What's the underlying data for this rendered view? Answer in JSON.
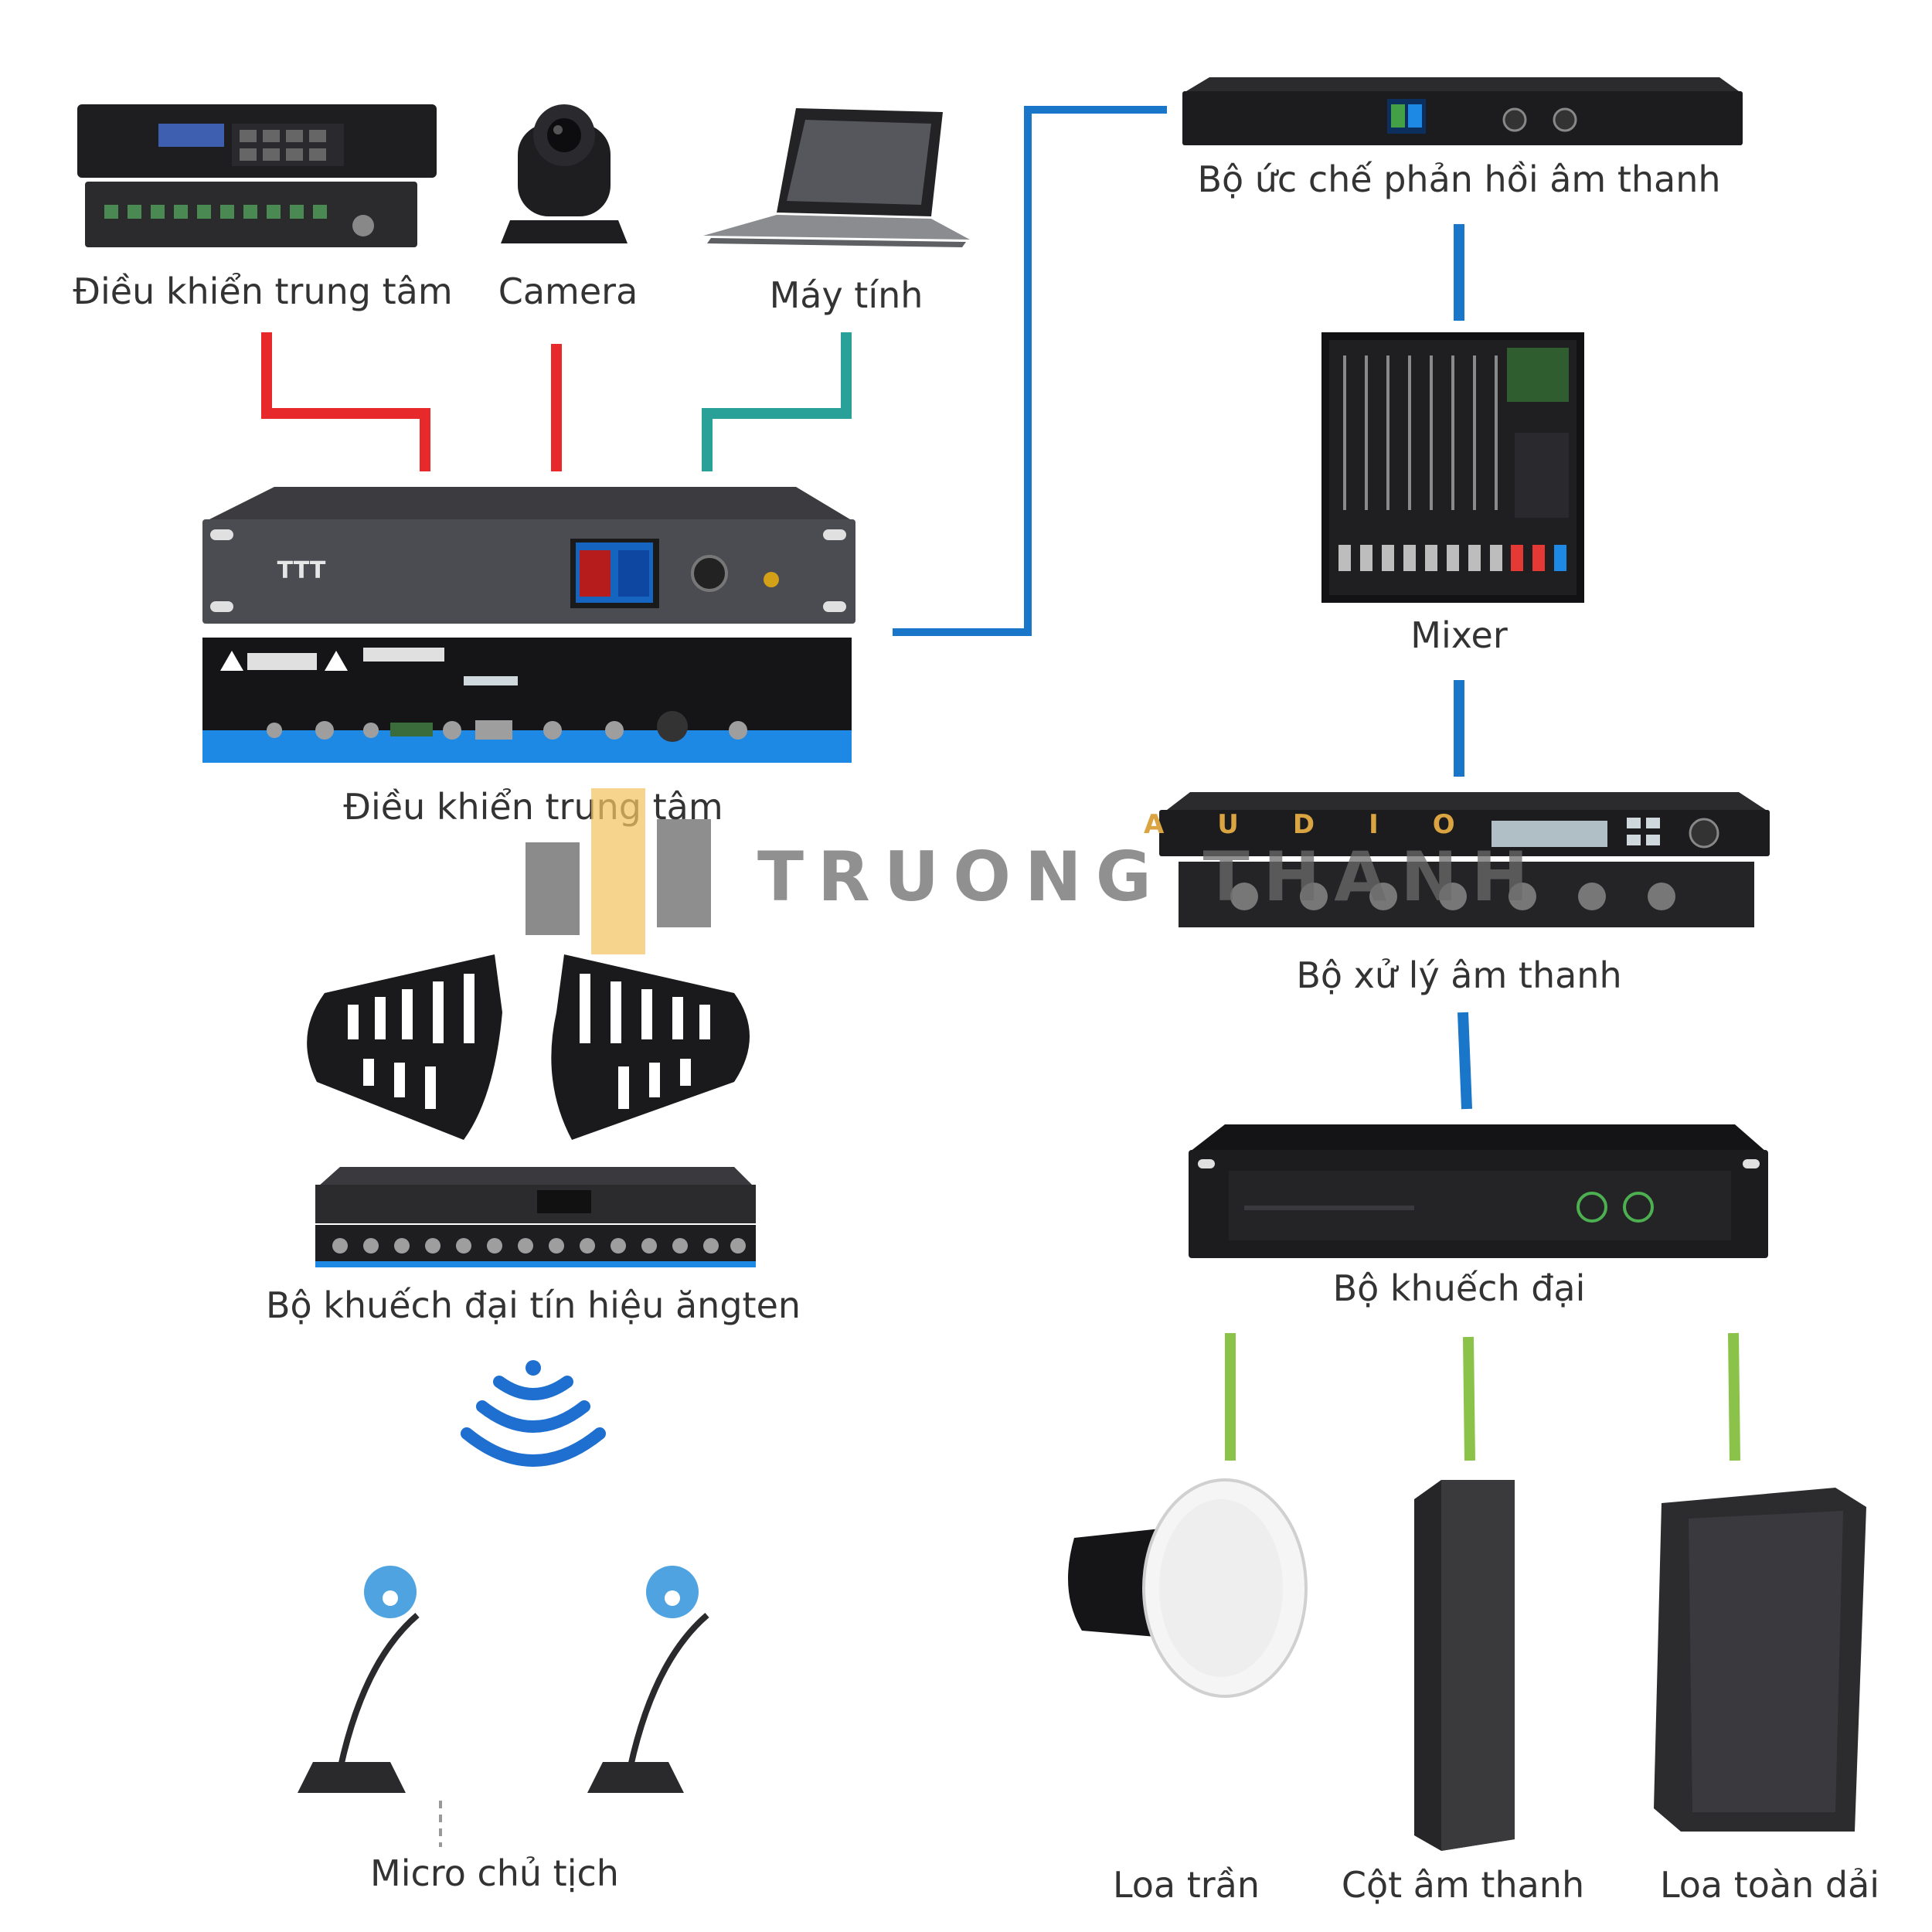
{
  "labels": {
    "central_control_top": "Điều khiển trung tâm",
    "camera": "Camera",
    "computer": "Máy tính",
    "central_control_main": "Điều khiển trung tâm",
    "feedback_suppressor": "Bộ ức chế phản hồi âm thanh",
    "mixer": "Mixer",
    "audio_processor": "Bộ xử lý âm thanh",
    "antenna_amplifier": "Bộ khuếch đại tín hiệu ăngten",
    "amplifier": "Bộ khuếch đại",
    "chairman_mic": "Micro chủ tịch",
    "ceiling_speaker": "Loa trần",
    "column_speaker": "Cột âm thanh",
    "fullrange_speaker": "Loa toàn dải"
  },
  "watermark": {
    "sub": "AUDIO",
    "main": "TRUONG THANH"
  },
  "device_logo": "TTT",
  "colors": {
    "red_line": "#e8292b",
    "teal_line": "#2aa198",
    "blue_line": "#1976c8",
    "green_line": "#8bc34a",
    "device_dark": "#1c1c1e",
    "device_panel_blue": "#1e88e5",
    "wifi_blue": "#1e6fd0",
    "watermark_gold": "#f3c462",
    "watermark_gray": "#6b6b6b"
  }
}
